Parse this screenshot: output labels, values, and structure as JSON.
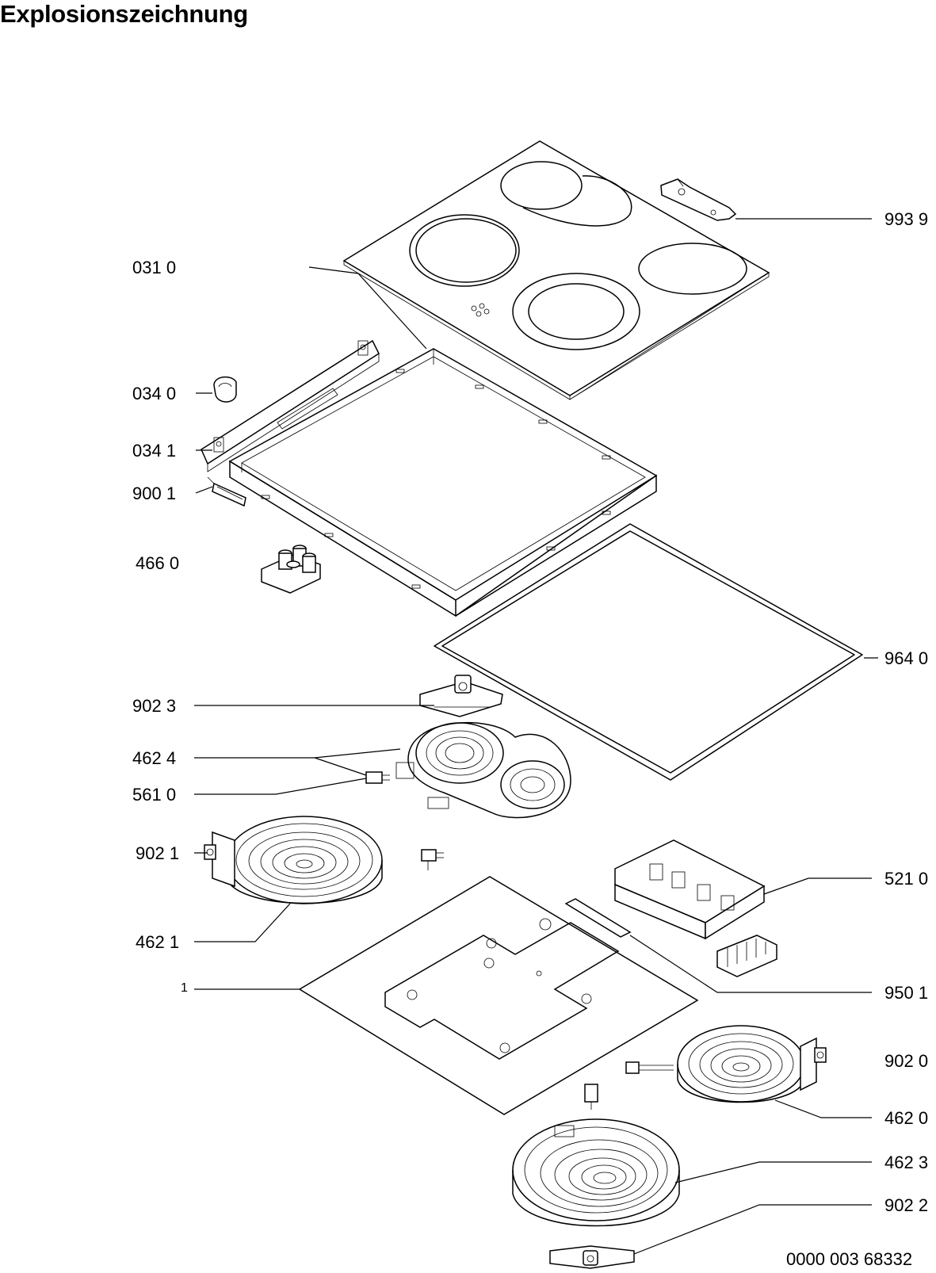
{
  "title": "Explosionszeichnung",
  "labels": [
    {
      "id": "031-0",
      "text": "031 0"
    },
    {
      "id": "034-0",
      "text": "034 0"
    },
    {
      "id": "034-1",
      "text": "034 1"
    },
    {
      "id": "900-1",
      "text": "900 1"
    },
    {
      "id": "466-0",
      "text": "466 0"
    },
    {
      "id": "902-3",
      "text": "902 3"
    },
    {
      "id": "462-4",
      "text": "462 4"
    },
    {
      "id": "561-0",
      "text": "561 0"
    },
    {
      "id": "902-1",
      "text": "902 1"
    },
    {
      "id": "462-1",
      "text": "462 1"
    },
    {
      "id": "1",
      "text": "1"
    },
    {
      "id": "993-9",
      "text": "993 9"
    },
    {
      "id": "964-0",
      "text": "964 0"
    },
    {
      "id": "521-0",
      "text": "521 0"
    },
    {
      "id": "950-1",
      "text": "950 1"
    },
    {
      "id": "902-0",
      "text": "902 0"
    },
    {
      "id": "462-0",
      "text": "462 0"
    },
    {
      "id": "462-3",
      "text": "462 3"
    },
    {
      "id": "902-2",
      "text": "902 2"
    }
  ],
  "doc_number": "0000 003 68332"
}
